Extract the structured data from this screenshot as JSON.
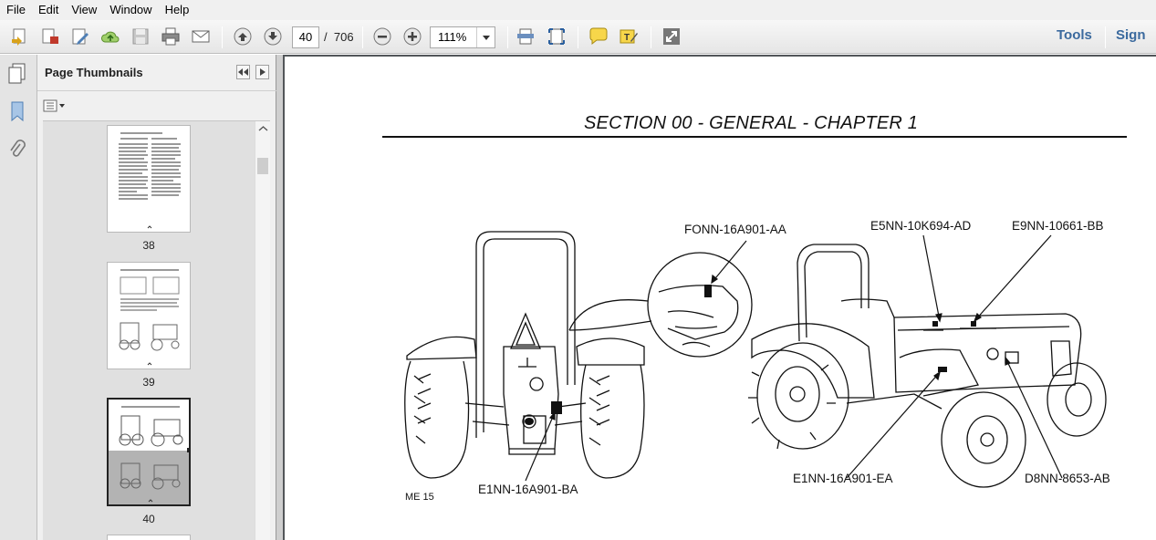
{
  "menu": [
    "File",
    "Edit",
    "View",
    "Window",
    "Help"
  ],
  "toolbar": {
    "icons": [
      "create-pdf-icon",
      "export-pdf-icon",
      "edit-icon",
      "cloud-upload-icon",
      "save-icon",
      "print-icon",
      "email-icon",
      "page-up-icon",
      "page-down-icon",
      "zoom-out-icon",
      "zoom-in-icon",
      "fit-width-icon",
      "fit-page-icon",
      "comment-icon",
      "highlight-icon",
      "expand-icon"
    ],
    "current_page": "40",
    "page_separator": "/",
    "total_pages": "706",
    "zoom": "111%",
    "tools_label": "Tools",
    "sign_label": "Sign"
  },
  "panel": {
    "title": "Page Thumbnails",
    "thumbnails": [
      {
        "label": "38"
      },
      {
        "label": "39"
      },
      {
        "label": "40"
      }
    ]
  },
  "document": {
    "section_title": "SECTION 00 - GENERAL - CHAPTER 1",
    "labels": {
      "fonn": "FONN-16A901-AA",
      "e5nn": "E5NN-10K694-AD",
      "e9nn": "E9NN-10661-BB",
      "e1nn_ba": "E1NN-16A901-BA",
      "e1nn_ea": "E1NN-16A901-EA",
      "d8nn": "D8NN-8653-AB",
      "me": "ME 15"
    }
  }
}
